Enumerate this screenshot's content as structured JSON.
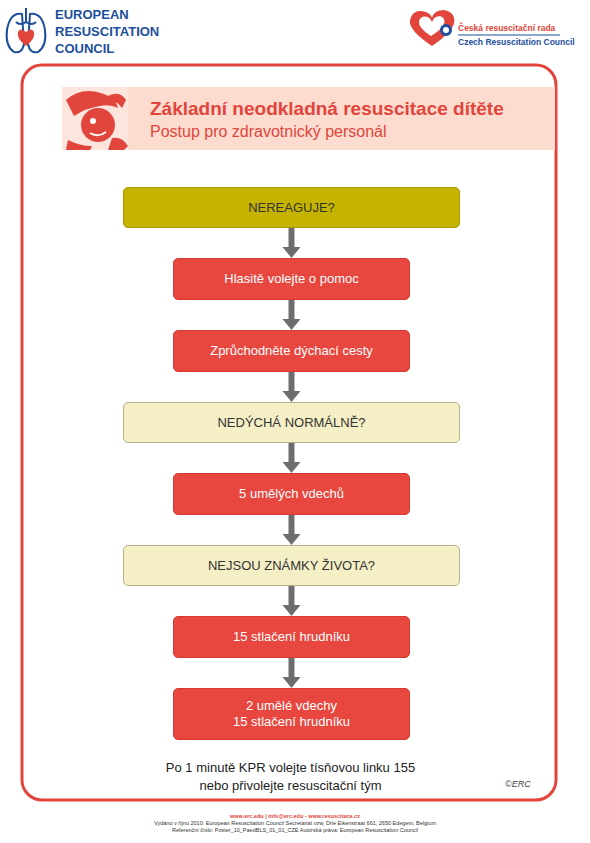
{
  "diagram": {
    "title": "Základní neodkladná resuscitace dítěte",
    "nodes": [
      {
        "text": [
          "NEREAGUJE?"
        ]
      },
      {
        "text": [
          "Hlasitě volejte o pomoc"
        ]
      },
      {
        "text": [
          "Zprůchodněte dýchací cesty"
        ]
      },
      {
        "text": [
          "NEDÝCHÁ NORMÁLNĚ?"
        ]
      },
      {
        "text": [
          "5 umělých vdechů"
        ]
      },
      {
        "text": [
          "NEJSOU ZNÁMKY ŽIVOTA?"
        ]
      },
      {
        "text": [
          "15 stlačení hrudníku"
        ]
      },
      {
        "text": [
          "2 umělé vdechy",
          "15 stlačení hrudníku"
        ]
      }
    ],
    "edges": [
      {
        "from": 0,
        "to": 1,
        "arrow": "to"
      },
      {
        "from": 1,
        "to": 2,
        "arrow": "to"
      },
      {
        "from": 2,
        "to": 3,
        "arrow": "to"
      },
      {
        "from": 3,
        "to": 4,
        "arrow": "to"
      },
      {
        "from": 4,
        "to": 5,
        "arrow": "to"
      },
      {
        "from": 5,
        "to": 6,
        "arrow": "to"
      },
      {
        "from": 6,
        "to": 7,
        "arrow": "to"
      }
    ],
    "labels": [
      "EUROPEAN RESUSCITATION COUNCIL",
      "Česká resuscitační rada",
      "Czech Resuscitation Council",
      "Postup pro zdravotnický personál",
      "Po 1 minutě KPR volejte tísňovou linku 155 nebo přivolejte resuscitační tým",
      "©ERC",
      "www.erc.edu | info@erc.edu - www.resuscitace.cz",
      "Vydáno v říjnu 2010: European Resuscitation Council Secretariat vzw, Drie Eikenstraat 661, 2650 Edegem, Belgium",
      "Referenční číslo: Poster_10_PaedBLS_01_01_CZE Autorská práva: European Resuscitation Council"
    ]
  }
}
